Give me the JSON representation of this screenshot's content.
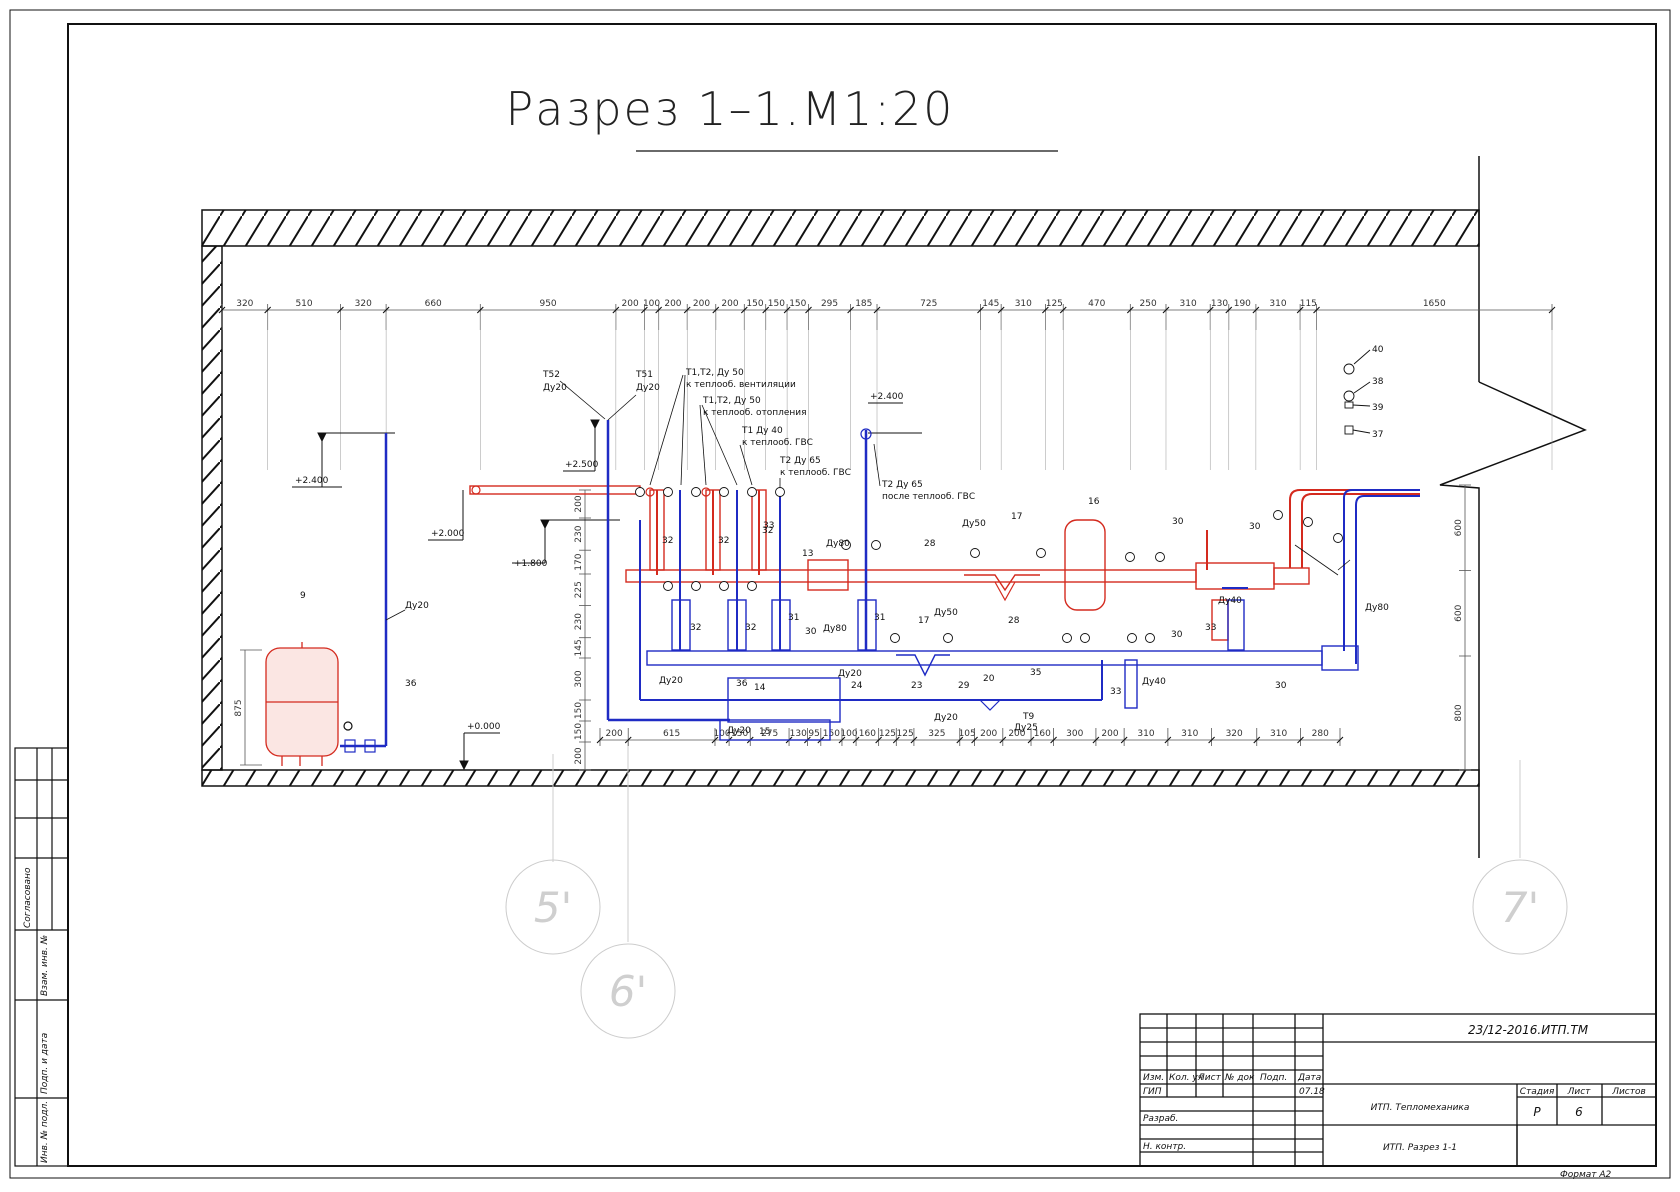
{
  "drawing": {
    "title": "Разрез 1–1.М1:20",
    "dimensions_top": [
      "320",
      "510",
      "320",
      "660",
      "950",
      "200",
      "100",
      "200",
      "200",
      "200",
      "150",
      "150",
      "150",
      "295",
      "185",
      "725",
      "145",
      "310",
      "125",
      "470",
      "250",
      "310",
      "130",
      "190",
      "310",
      "115",
      "1650"
    ],
    "dimensions_bottom": [
      "200",
      "615",
      "100",
      "150",
      "275",
      "130",
      "95",
      "150",
      "100",
      "160",
      "125",
      "125",
      "325",
      "105",
      "200",
      "200",
      "160",
      "300",
      "200",
      "310",
      "310",
      "320",
      "310",
      "280"
    ],
    "dimensions_left": [
      "200",
      "230",
      "170",
      "225",
      "230",
      "145",
      "300",
      "150",
      "150",
      "200"
    ],
    "dimensions_right": [
      "600",
      "600",
      "800"
    ],
    "dimension_left_tank": "875",
    "levels": {
      "l2400a": "+2.400",
      "l2400b": "+2.400",
      "l2500": "+2.500",
      "l2000": "+2.000",
      "l1800": "+1.800",
      "l0000": "+0.000"
    },
    "pipe_labels": {
      "t52": "Т52",
      "t52_dn": "Ду20",
      "t51": "Т51",
      "t51_dn": "Ду20",
      "t1t2_50_vent": "Т1,Т2, Ду 50",
      "vent_note": "к теплооб. вентиляции",
      "t1t2_50_heat": "Т1,Т2, Ду 50",
      "heat_note": "к теплооб. отопления",
      "t1_40": "Т1 Ду 40",
      "t1_40_note": "к теплооб. ГВС",
      "t2_65": "Т2 Ду 65",
      "t2_65_note": "к теплооб. ГВС",
      "t2_65_after": "Т2 Ду 65",
      "t2_65_after_note": "после теплооб. ГВС",
      "dn20_riser": "Ду20",
      "dn80_a": "Ду80",
      "dn80_b": "Ду80",
      "dn50_a": "Ду50",
      "dn50_b": "Ду50",
      "dn20_a": "Ду20",
      "dn20_b": "Ду20",
      "dn20_c": "Ду20",
      "dn20_d": "Ду20",
      "dn40_a": "Ду40",
      "dn40_b": "Ду40",
      "dn25": "Ду25",
      "t9": "Т9",
      "dn80_right": "Ду80"
    },
    "positions": {
      "p9": "9",
      "p36a": "36",
      "p36b": "36",
      "p32a": "32",
      "p32b": "32",
      "p32c": "32",
      "p32d": "32",
      "p32e": "32",
      "p33a": "33",
      "p13": "13",
      "p31a": "31",
      "p31b": "31",
      "p30a": "30",
      "p30b": "30",
      "p30c": "30",
      "p30d": "30",
      "p30e": "30",
      "p28a": "28",
      "p28b": "28",
      "p17a": "17",
      "p17b": "17",
      "p16": "16",
      "p14": "14",
      "p15": "15",
      "p24": "24",
      "p23": "23",
      "p29": "29",
      "p20": "20",
      "p35": "35",
      "p33b": "33",
      "p33c": "33",
      "p40": "40",
      "p38": "38",
      "p39": "39",
      "p37": "37"
    },
    "axes": [
      "5'",
      "6'",
      "7'"
    ]
  },
  "side_stamp": {
    "agreed": "Согласовано",
    "vzam": "Взам. инв. №",
    "sign_date": "Подп. и дата",
    "inv": "Инв. № подл."
  },
  "title_block": {
    "doc_code": "23/12-2016.ИТП.ТМ",
    "cols": [
      "Изм.",
      "Кол. уч",
      "Лист",
      "№ док",
      "Подп.",
      "Дата"
    ],
    "gip": "ГИП",
    "date": "07.18",
    "developed": "Разраб.",
    "normcontrol": "Н. контр.",
    "project": "ИТП. Тепломеханика",
    "sheet_name": "ИТП. Разрез 1-1",
    "stage_label": "Стадия",
    "sheet_label": "Лист",
    "sheets_label": "Листов",
    "stage": "Р",
    "sheet": "6",
    "sheets": "",
    "format": "Формат А2"
  },
  "colors": {
    "supply": "#d42a1e",
    "return": "#1f2bc4",
    "line": "#111111",
    "axis": "#cccccc",
    "leader": "#9a9a9a"
  }
}
